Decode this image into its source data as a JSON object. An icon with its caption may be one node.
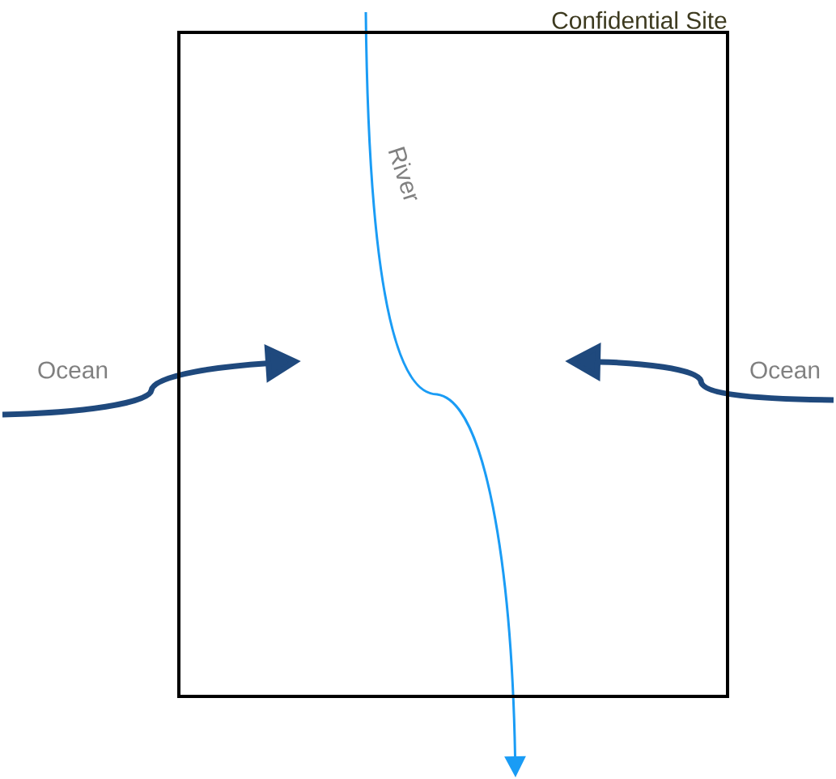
{
  "diagram": {
    "nodes": [
      {
        "text": [
          "Confidential Site"
        ]
      }
    ],
    "labels": [
      "River",
      "Ocean",
      "Ocean"
    ]
  }
}
